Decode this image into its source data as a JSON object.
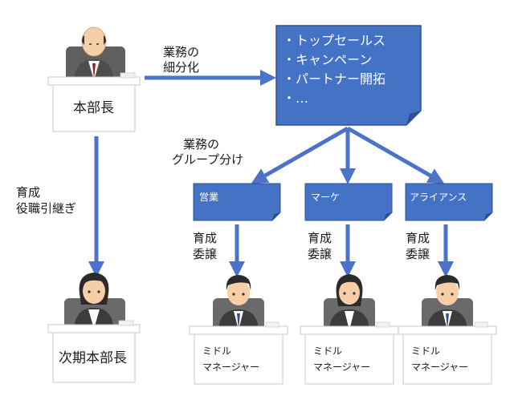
{
  "task_list": {
    "items": [
      "・トップセールス",
      "・キャンペーン",
      "・パートナー開拓",
      "・…"
    ]
  },
  "labels": {
    "subdivide_line1": "業務の",
    "subdivide_line2": "細分化",
    "grouping_line1": "業務の",
    "grouping_line2": "グループ分け",
    "succession_line1": "育成",
    "succession_line2": "役職引継ぎ",
    "delegate_line1": "育成",
    "delegate_line2": "委譲"
  },
  "groups": [
    "営業",
    "マーケ",
    "アライアンス"
  ],
  "people": {
    "head": "本部長",
    "next_head": "次期本部長",
    "manager_line1": "ミドル",
    "manager_line2": "マネージャー"
  },
  "colors": {
    "accent_blue": "#4472c4",
    "note_dark": "#2f528f",
    "arrow_blue": "#4a73c9"
  }
}
